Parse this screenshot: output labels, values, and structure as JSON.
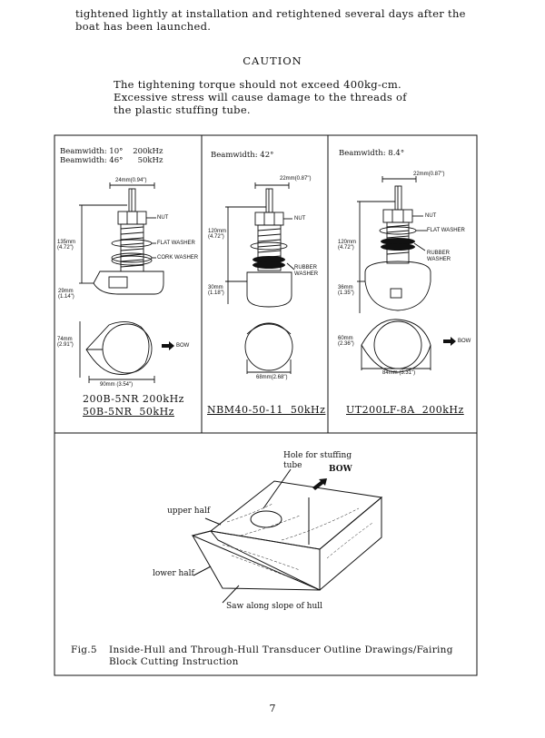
{
  "intro": {
    "line1": "tightened lightly at installation and retightened several days after the",
    "line2": "boat has been launched."
  },
  "caution": {
    "title": "CAUTION",
    "line1": "The tightening torque should not exceed 400kg-cm.",
    "line2": "Excessive stress will cause damage to the threads of",
    "line3": "the plastic stuffing tube."
  },
  "panel_a": {
    "beam1_label": "Beamwidth:",
    "beam1_angle": "10°",
    "beam1_freq": "200kHz",
    "beam2_label": "Beamwidth:",
    "beam2_angle": "46°",
    "beam2_freq": "50kHz",
    "top_dim": "24mm(0.94\")",
    "nut": "NUT",
    "flat_washer": "FLAT WASHER",
    "cork_washer": "CORK WASHER",
    "height_mm": "135mm",
    "height_in": "(4.72\")",
    "base_mm": "29mm",
    "base_in": "(1.14\")",
    "side_mm": "74mm",
    "side_in": "(2.91\")",
    "bow": "BOW",
    "width_dim": "90mm (3.54\")",
    "model_line1": "200B-5NR 200kHz",
    "model_line2": "50B-5NR  50kHz"
  },
  "panel_b": {
    "beam_label": "Beamwidth: 42°",
    "top_dim": "22mm(0.87\")",
    "nut": "NUT",
    "rubber_washer_1": "RUBBER",
    "rubber_washer_2": "WASHER",
    "height_mm": "120mm",
    "height_in": "(4.72\")",
    "base_mm": "30mm",
    "base_in": "(1.18\")",
    "width_dim": "68mm(2.68\")",
    "model": "NBM40-50-11  50kHz"
  },
  "panel_c": {
    "beam_label": "Beamwidth: 8.4°",
    "top_dim": "22mm(0.87\")",
    "nut": "NUT",
    "flat_washer": "FLAT WASHER",
    "rubber_washer_1": "RUBBER",
    "rubber_washer_2": "WASHER",
    "height_mm": "120mm",
    "height_in": "(4.72\")",
    "base_mm": "36mm",
    "base_in": "(1.35\")",
    "side_mm": "60mm",
    "side_in": "(2.36\")",
    "bow": "BOW",
    "width_dim": "84mm (3.31\")",
    "model": "UT200LF-8A  200kHz"
  },
  "block": {
    "hole_1": "Hole for stuffing",
    "hole_2": "tube",
    "bow": "BOW",
    "upper": "upper half",
    "lower": "lower half",
    "saw": "Saw along slope of hull"
  },
  "caption": {
    "fig": "Fig.5",
    "line1": "Inside-Hull and Through-Hull Transducer Outline Drawings/Fairing",
    "line2": "Block Cutting Instruction"
  },
  "page_number": "7"
}
